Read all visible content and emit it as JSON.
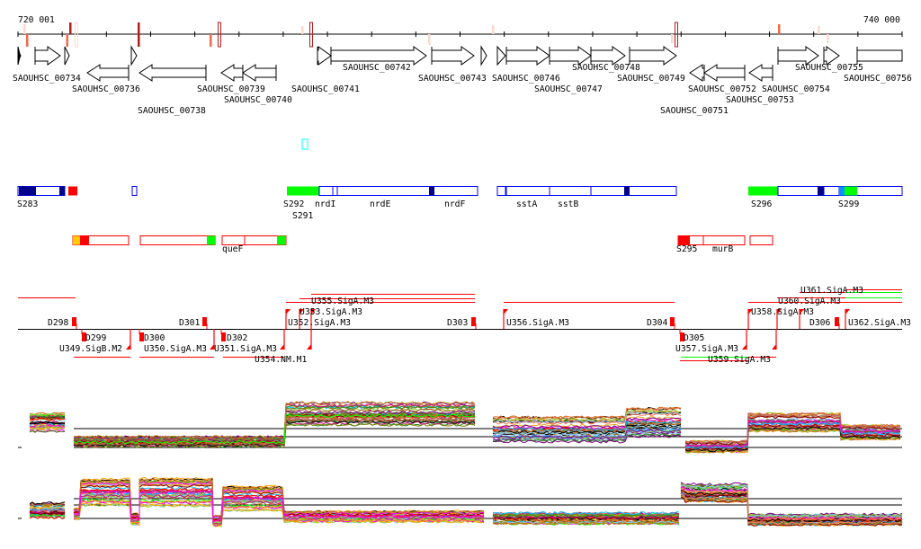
{
  "axis": {
    "start_label": "720 001",
    "end_label": "740 000"
  },
  "genes": [
    "SAOUHSC_00734",
    "SAOUHSC_00736",
    "SAOUHSC_00738",
    "SAOUHSC_00739",
    "SAOUHSC_00740",
    "SAOUHSC_00741",
    "SAOUHSC_00742",
    "SAOUHSC_00743",
    "SAOUHSC_00746",
    "SAOUHSC_00747",
    "SAOUHSC_00748",
    "SAOUHSC_00749",
    "SAOUHSC_00751",
    "SAOUHSC_00752",
    "SAOUHSC_00753",
    "SAOUHSC_00754",
    "SAOUHSC_00755",
    "SAOUHSC_00756"
  ],
  "features": {
    "row1_labels": [
      "S283",
      "S292",
      "S291",
      "nrdI",
      "nrdE",
      "nrdF",
      "sstA",
      "sstB",
      "S296",
      "S299"
    ],
    "row2_labels": [
      "queF",
      "S295",
      "murB"
    ]
  },
  "transcription_units": {
    "above": [
      "D298",
      "D301",
      "U352.SigA.M3",
      "U353.SigA.M3",
      "U355.SigA.M3",
      "D303",
      "U356.SigA.M3",
      "D304",
      "U358.SigA.M3",
      "U360.SigA.M3",
      "U361.SigA.M3",
      "D306",
      "U362.SigA.M3"
    ],
    "below": [
      "D299",
      "U349.SigB.M2",
      "D300",
      "U350.SigA.M3",
      "D302",
      "U351.SigA.M3",
      "U354.NM.M1",
      "D305",
      "U357.SigA.M3",
      "U359.SigA.M3"
    ]
  },
  "colors": {
    "forward_feature": "#0000ff",
    "reverse_feature": "#ff0000",
    "tu_marker": "#ff0000",
    "highlight_green": "#00ff00",
    "dark_blue": "#00008b",
    "expression_palette": [
      "#000000",
      "#8b0000",
      "#ff0000",
      "#ff7f50",
      "#ffa500",
      "#808000",
      "#00ff00",
      "#228b22",
      "#00bfff",
      "#87ceeb",
      "#ff00ff",
      "#800080",
      "#a0522d",
      "#bc8f8f",
      "#6495ed",
      "#daa520",
      "#cd5c5c",
      "#9acd32",
      "#d2691e",
      "#c71585",
      "#b8860b",
      "#556b2f"
    ]
  }
}
